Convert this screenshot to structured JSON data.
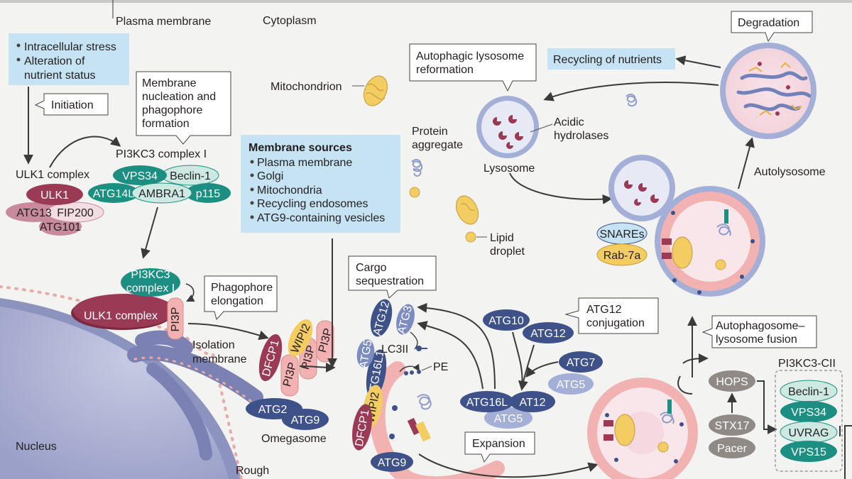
{
  "compartments": {
    "plasma_membrane": "Plasma membrane",
    "cytoplasm": "Cytoplasm",
    "nucleus": "Nucleus",
    "rough_er": "Rough"
  },
  "stimuli": [
    "Intracellular stress",
    "Alteration of",
    "nutrient status"
  ],
  "steps": {
    "initiation": "Initiation",
    "nucleation": [
      "Membrane",
      "nucleation and",
      "phagophore",
      "formation"
    ],
    "elongation": [
      "Phagophore",
      "elongation"
    ],
    "cargo": [
      "Cargo",
      "sequestration"
    ],
    "atg12_conj": [
      "ATG12",
      "conjugation"
    ],
    "expansion": "Expansion",
    "fusion": [
      "Autophagosome–",
      "lysosome fusion"
    ],
    "alr": [
      "Autophagic lysosome",
      "reformation"
    ],
    "degradation": "Degradation",
    "recycling": "Recycling of nutrients"
  },
  "membrane_sources": {
    "title": "Membrane sources",
    "items": [
      "Plasma membrane",
      "Golgi",
      "Mitochondria",
      "Recycling endosomes",
      "ATG9-containing vesicles"
    ]
  },
  "labels": {
    "ulk1_complex": "ULK1 complex",
    "pi3kc3_complex_1": "PI3KC3 complex I",
    "mitochondrion": "Mitochondrion",
    "protein_aggregate": [
      "Protein",
      "aggregate"
    ],
    "lipid_droplet": [
      "Lipid",
      "droplet"
    ],
    "lysosome": "Lysosome",
    "acidic_hydrolases": [
      "Acidic",
      "hydrolases"
    ],
    "autolysosome": "Autolysosome",
    "isolation_membrane": [
      "Isolation",
      "membrane"
    ],
    "omegasome": "Omegasome",
    "lc3ii": "LC3II",
    "pe": "PE",
    "pi3kc3_c2": "PI3KC3-CII"
  },
  "proteins": {
    "ulk1": "ULK1",
    "atg13": "ATG13",
    "fip200": "FIP200",
    "atg101": "ATG101",
    "vps34": "VPS34",
    "beclin1": "Beclin-1",
    "atg14l": "ATG14L",
    "ambra1": "AMBRA1",
    "p115": "p115",
    "pi3kc3_c1": [
      "PI3KC3",
      "complex I"
    ],
    "ulk1_complex": "ULK1 complex",
    "pi3p": "PI3P",
    "dfcp1": "DFCP1",
    "wipi2": "WIPI2",
    "atg2": "ATG2",
    "atg9": "ATG9",
    "atg5": "ATG5",
    "atg12": "ATG12",
    "atg3": "ATG3",
    "atg16l1": "ATG16L1",
    "atg10": "ATG10",
    "atg7": "ATG7",
    "atg16l": "ATG16L",
    "at12": "AT12",
    "snares": "SNAREs",
    "rab7a": "Rab-7a",
    "hops": "HOPS",
    "stx17": "STX17",
    "pacer": "Pacer",
    "uvrag": "UVRAG",
    "vps15": "VPS15"
  },
  "colors": {
    "background": "#f3f3f2",
    "note_blue": "#c5e3f2",
    "ulk_maroon": "#9b3a55",
    "ulk_pink": "#e7c2cc",
    "teal": "#1d8f82",
    "teal_light": "#cde9e1",
    "navy": "#3e5289",
    "lavender": "#a3afd6",
    "gray_protein": "#8f8a85",
    "membrane_pink": "#f1b2b1",
    "yellow": "#f3cd62",
    "lyso_lavender": "#d9dcef"
  }
}
